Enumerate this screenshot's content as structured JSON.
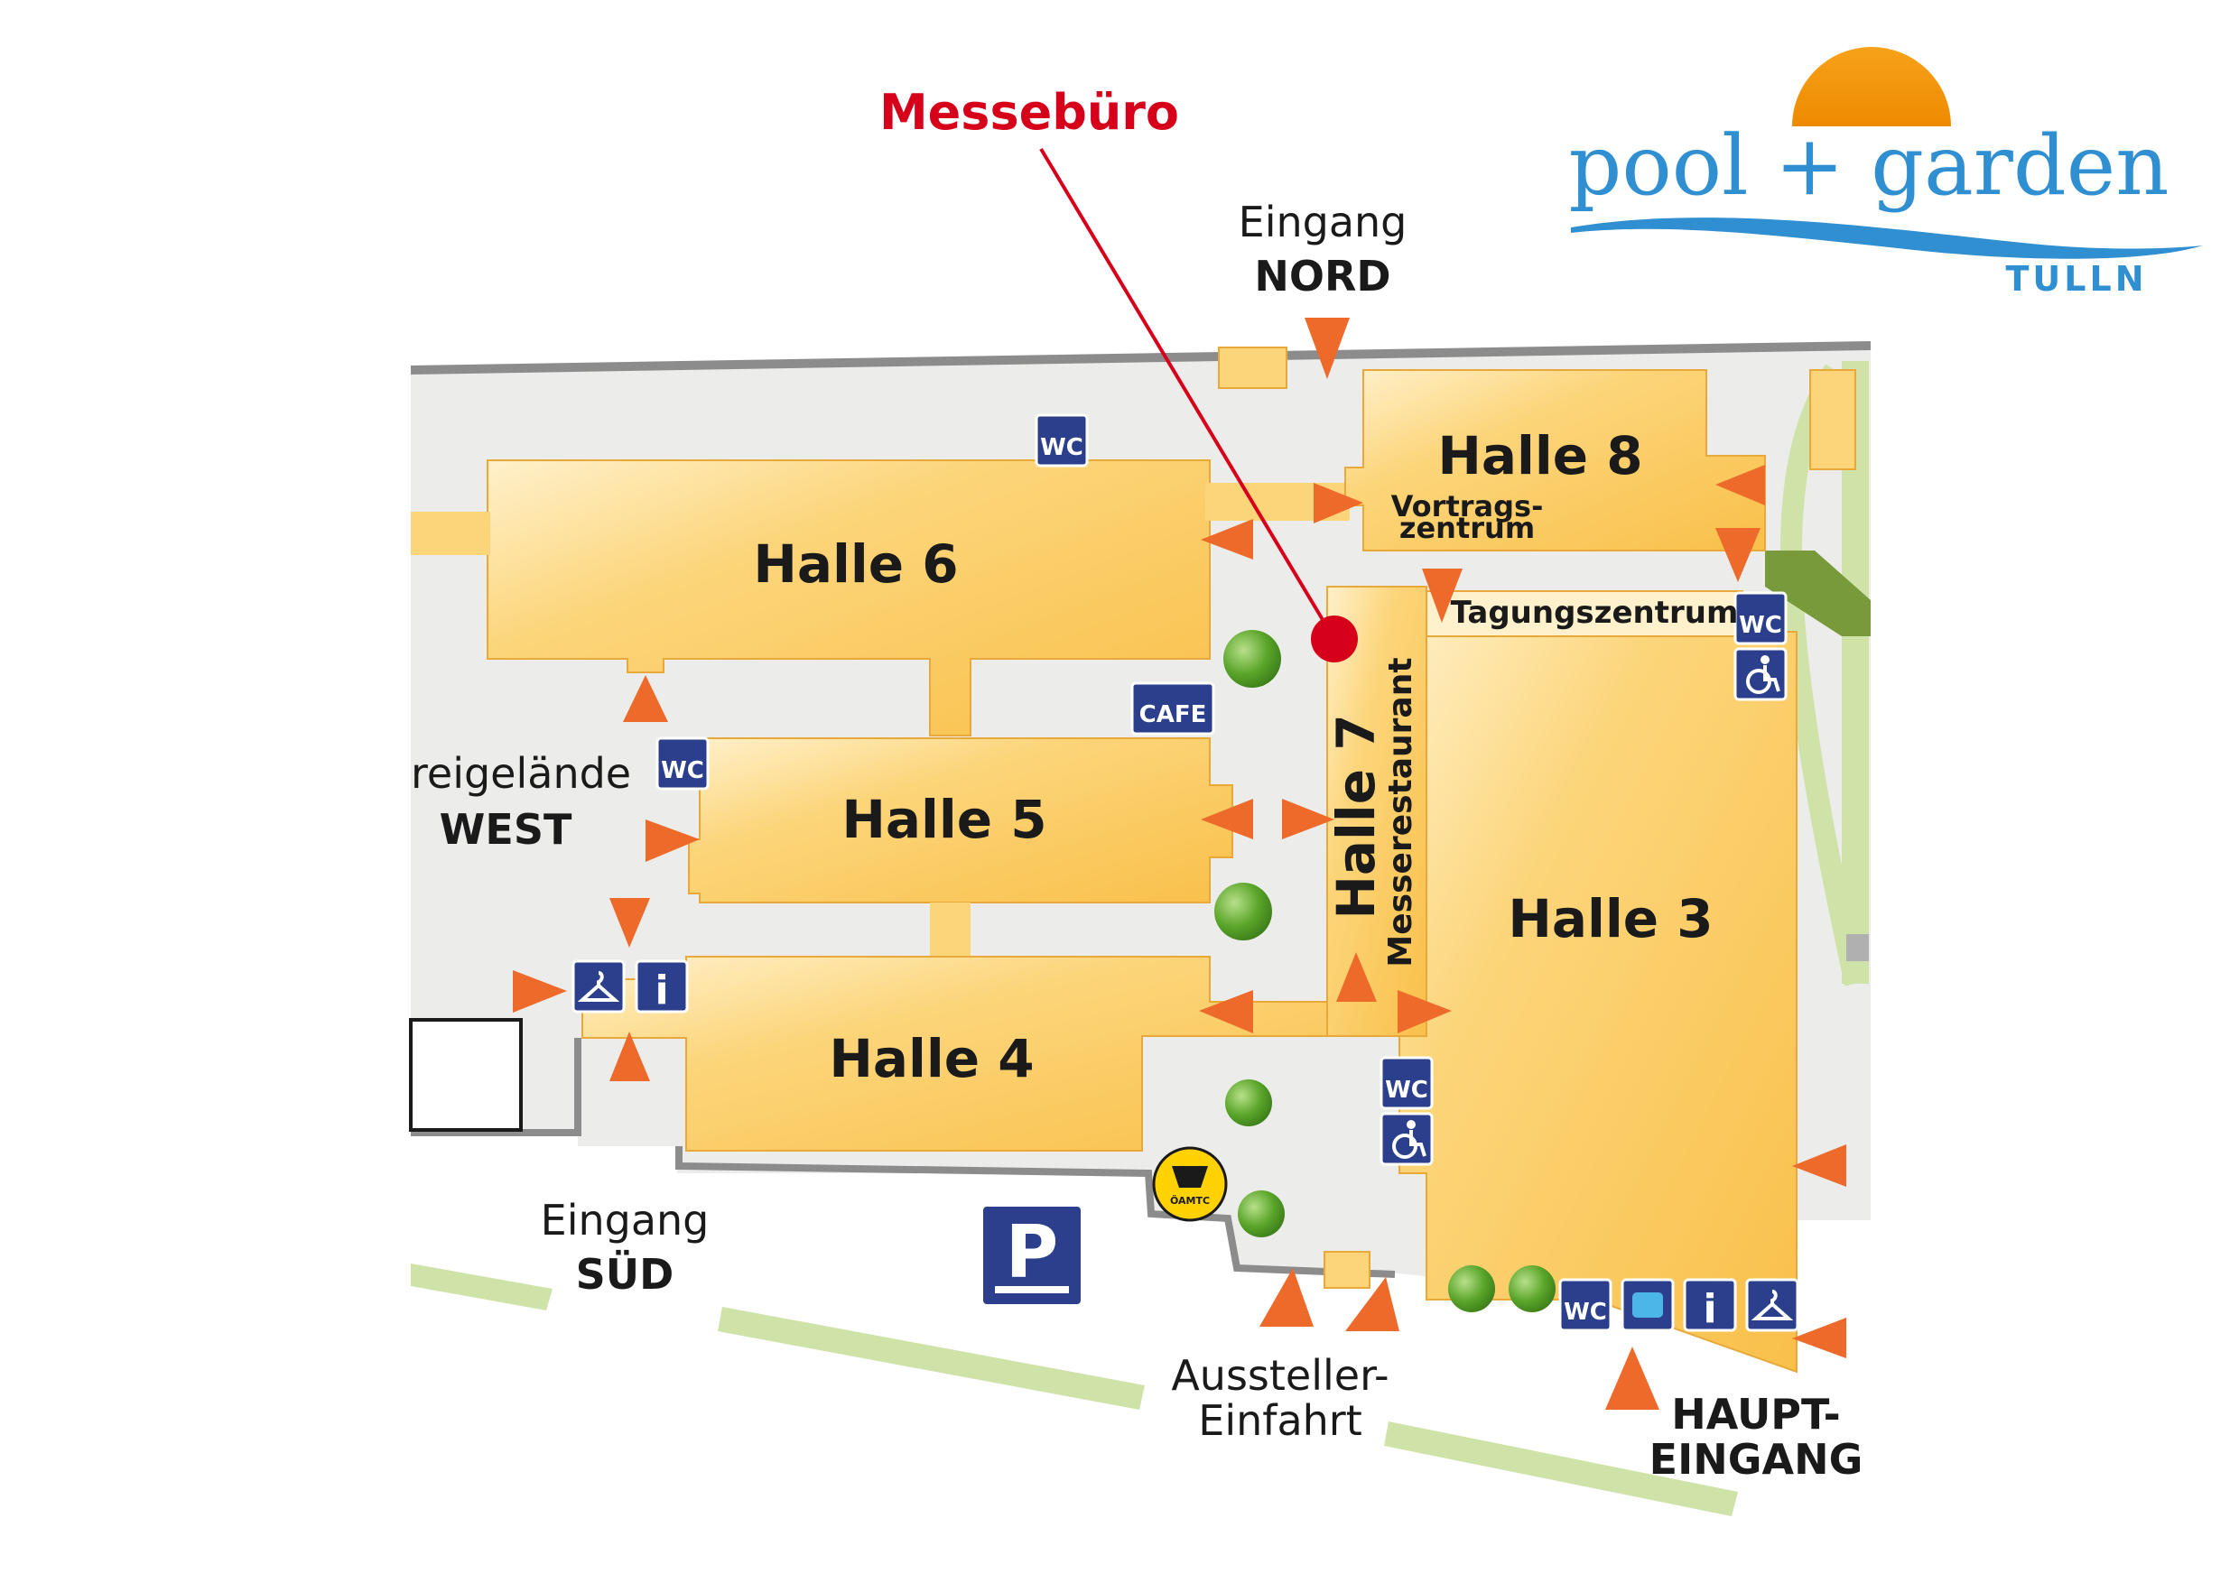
{
  "logo": {
    "text": "pool + garden",
    "city": "TULLN",
    "sun_color": "#f39a00",
    "text_color": "#2f8fd1"
  },
  "office": {
    "label": "Messebüro",
    "color": "#d7001a"
  },
  "halls": {
    "h3": "Halle 3",
    "h4": "Halle 4",
    "h5": "Halle 5",
    "h6": "Halle 6",
    "h7": "Halle 7",
    "h8": "Halle 8"
  },
  "areas": {
    "vortrag_1": "Vortrags-",
    "vortrag_2": "zentrum",
    "tagung": "Tagungszentrum",
    "restaurant": "Messerestaurant",
    "west_1": "reigelände",
    "west_2": "WEST"
  },
  "entrances": {
    "nord_1": "Eingang",
    "nord_2": "NORD",
    "sued_1": "Eingang",
    "sued_2": "SÜD",
    "aussteller_1": "Aussteller-",
    "aussteller_2": "Einfahrt",
    "haupt_1": "HAUPT-",
    "haupt_2": "EINGANG"
  },
  "icons": {
    "wc": "WC",
    "cafe": "CAFE",
    "parking": "P",
    "info": "i",
    "oeamtc": "ÖAMTC"
  },
  "colors": {
    "hall_fill": "#fbc95a",
    "arrow": "#ee6a2a",
    "icon_bg": "#2b3f8c",
    "ground": "#ececea",
    "wall": "#8c8c8c",
    "green": "#cfe3a8",
    "tree": "#5aa52a"
  }
}
